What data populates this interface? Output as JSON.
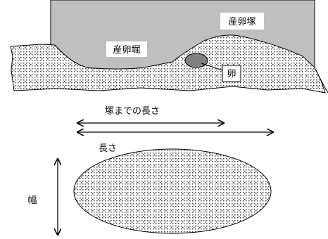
{
  "labels": {
    "redd_mound": "産卵塚",
    "redd_pit": "産卵堀",
    "egg": "卵",
    "length_to_mound": "塚までの長さ",
    "length": "長さ",
    "width": "幅"
  },
  "colors": {
    "water": "#bfbfbf",
    "stroke": "#000000",
    "egg_fill": "#808080",
    "gravel_dot": "#444444",
    "background": "#ffffff"
  }
}
